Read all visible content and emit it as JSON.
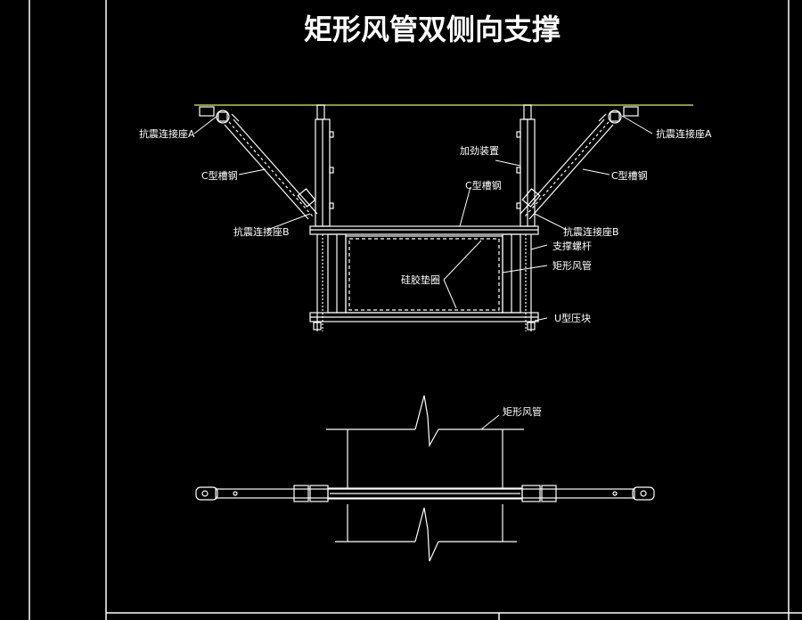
{
  "title": "矩形风管双侧向支撑",
  "colors": {
    "background": "#000000",
    "line": "#ffffff",
    "ceiling": "#c8c83c",
    "frame": "#ffffff"
  },
  "labels": {
    "anchor_a_left": "抗震连接座A",
    "anchor_a_right": "抗震连接座A",
    "c_channel_left": "C型槽钢",
    "c_channel_right": "C型槽钢",
    "c_channel_center": "C型槽钢",
    "stiffener": "加劲装置",
    "anchor_b_left": "抗震连接座B",
    "anchor_b_right": "抗震连接座B",
    "support_rod": "支撑螺杆",
    "rect_duct": "矩形风管",
    "silicone_pad": "硅胶垫圈",
    "u_clamp": "U型压块",
    "plan_rect_duct": "矩形风管"
  }
}
